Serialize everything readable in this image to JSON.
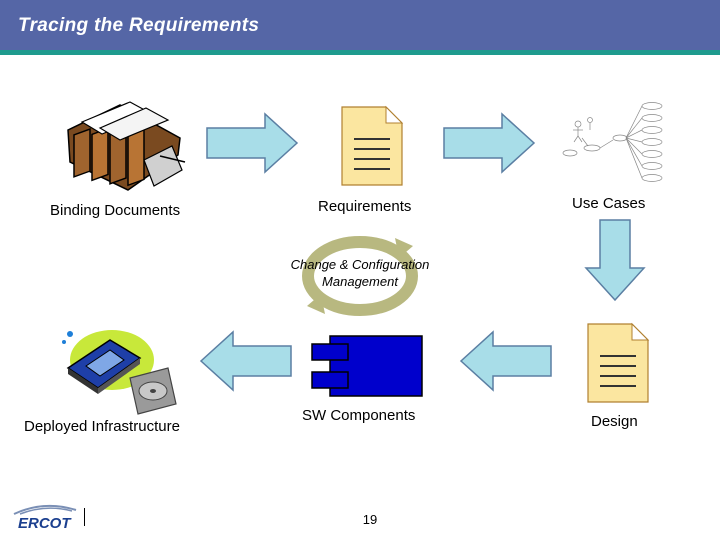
{
  "slide": {
    "title": "Tracing the Requirements",
    "page_number": "19"
  },
  "nodes": {
    "binding_documents": "Binding Documents",
    "requirements": "Requirements",
    "use_cases": "Use Cases",
    "change_management": "Change & Configuration Management",
    "deployed_infrastructure": "Deployed Infrastructure",
    "sw_components": "SW Components",
    "design": "Design"
  },
  "logo": {
    "text": "ERCOT"
  },
  "colors": {
    "title_bar": "#5566a6",
    "accent_stripe": "#1f9b8e",
    "arrow_fill": "#a8dde8",
    "arrow_stroke": "#5b7fa3",
    "cycle_fill": "#b8b880",
    "component_blue": "#0000cc",
    "logo_blue": "#1b3f8f"
  }
}
